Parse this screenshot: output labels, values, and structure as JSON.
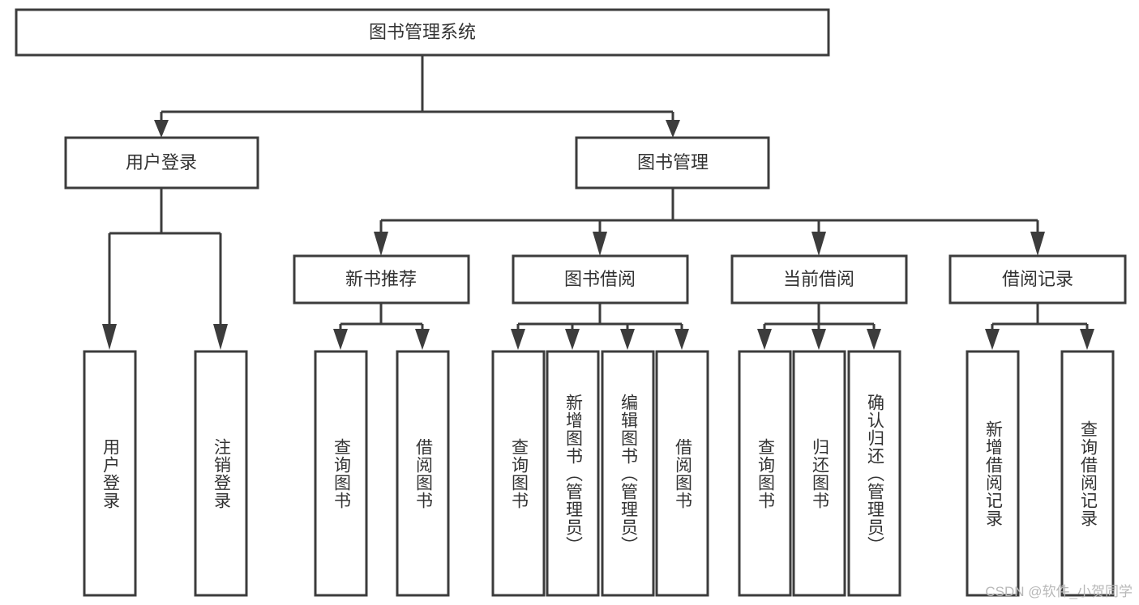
{
  "diagram": {
    "type": "tree",
    "title": "图书管理系统",
    "root": {
      "id": "root",
      "label": "图书管理系统"
    },
    "level1": [
      {
        "id": "user-login",
        "label": "用户登录"
      },
      {
        "id": "book-manage",
        "label": "图书管理"
      }
    ],
    "level2": [
      {
        "id": "new-book-rec",
        "label": "新书推荐",
        "parent": "book-manage"
      },
      {
        "id": "book-borrow",
        "label": "图书借阅",
        "parent": "book-manage"
      },
      {
        "id": "current-borrow",
        "label": "当前借阅",
        "parent": "book-manage"
      },
      {
        "id": "borrow-record",
        "label": "借阅记录",
        "parent": "book-manage"
      }
    ],
    "leaves": [
      {
        "id": "leaf-user-login",
        "label": "用户登录",
        "parent": "user-login"
      },
      {
        "id": "leaf-logout",
        "label": "注销登录",
        "parent": "user-login"
      },
      {
        "id": "leaf-query-book-rec",
        "label": "查询图书",
        "parent": "new-book-rec"
      },
      {
        "id": "leaf-borrow-book-rec",
        "label": "借阅图书",
        "parent": "new-book-rec"
      },
      {
        "id": "leaf-query-book-borrow",
        "label": "查询图书",
        "parent": "book-borrow"
      },
      {
        "id": "leaf-add-book",
        "label": "新增图书（管理员）",
        "parent": "book-borrow"
      },
      {
        "id": "leaf-edit-book",
        "label": "编辑图书（管理员）",
        "parent": "book-borrow"
      },
      {
        "id": "leaf-borrow-book",
        "label": "借阅图书",
        "parent": "book-borrow"
      },
      {
        "id": "leaf-query-book-cur",
        "label": "查询图书",
        "parent": "current-borrow"
      },
      {
        "id": "leaf-return-book",
        "label": "归还图书",
        "parent": "current-borrow"
      },
      {
        "id": "leaf-confirm-return",
        "label": "确认归还（管理员）",
        "parent": "current-borrow"
      },
      {
        "id": "leaf-add-record",
        "label": "新增借阅记录",
        "parent": "borrow-record"
      },
      {
        "id": "leaf-query-record",
        "label": "查询借阅记录",
        "parent": "borrow-record"
      }
    ],
    "colors": {
      "box_fill": "#ffffff",
      "box_stroke": "#3c3c3c",
      "text": "#333333",
      "watermark": "#b8b8b8"
    }
  },
  "watermark": {
    "text": "CSDN @软件_小贺同学"
  }
}
